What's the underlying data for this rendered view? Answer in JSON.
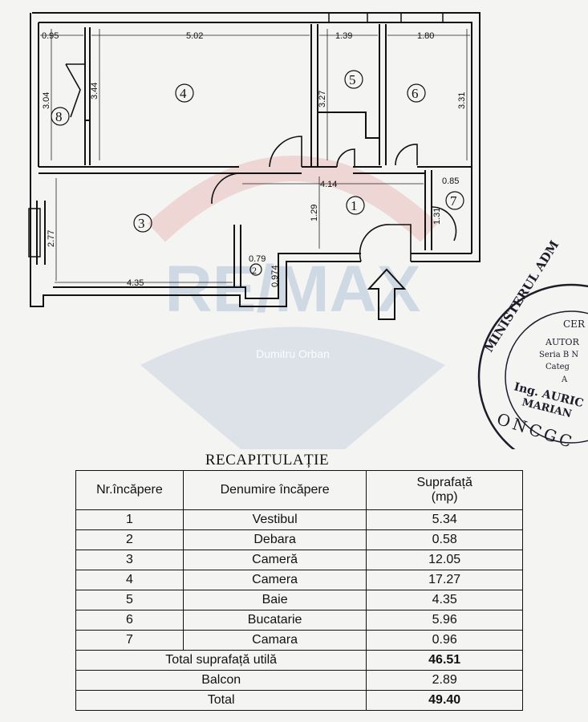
{
  "plan": {
    "watermark": {
      "brand": "RE/MAX",
      "agent": "Dumitru Orban"
    },
    "dimensions": [
      "0.95",
      "5.02",
      "1.39",
      "1.80",
      "3.04",
      "3.44",
      "3.27",
      "3.31",
      "4.14",
      "0.85",
      "1.29",
      "1.31",
      "2.77",
      "4.35",
      "0.79",
      "0.974"
    ],
    "room_numbers": [
      "1",
      "2",
      "3",
      "4",
      "5",
      "6",
      "7",
      "8"
    ]
  },
  "stamp": {
    "ring_text": "MINISTERUL ADM",
    "inner_lines": [
      "CER",
      "AUTOR",
      "Seria B N",
      "Categ",
      "A",
      "Ing. AURIC",
      "MARIAN"
    ],
    "bottom_text": "ONCGC"
  },
  "recap": {
    "title": "RECAPITULAȚIE",
    "headers": {
      "nr": "Nr.încăpere",
      "name": "Denumire încăpere",
      "area_line1": "Suprafață",
      "area_line2": "(mp)"
    },
    "rows": [
      {
        "nr": "1",
        "name": "Vestibul",
        "area": "5.34"
      },
      {
        "nr": "2",
        "name": "Debara",
        "area": "0.58"
      },
      {
        "nr": "3",
        "name": "Cameră",
        "area": "12.05"
      },
      {
        "nr": "4",
        "name": "Camera",
        "area": "17.27"
      },
      {
        "nr": "5",
        "name": "Baie",
        "area": "4.35"
      },
      {
        "nr": "6",
        "name": "Bucatarie",
        "area": "5.96"
      },
      {
        "nr": "7",
        "name": "Camara",
        "area": "0.96"
      }
    ],
    "totals": [
      {
        "label": "Total suprafață utilă",
        "value": "46.51",
        "bold": true
      },
      {
        "label": "Balcon",
        "value": "2.89",
        "bold": false
      },
      {
        "label": "Total",
        "value": "49.40",
        "bold": true
      }
    ]
  }
}
